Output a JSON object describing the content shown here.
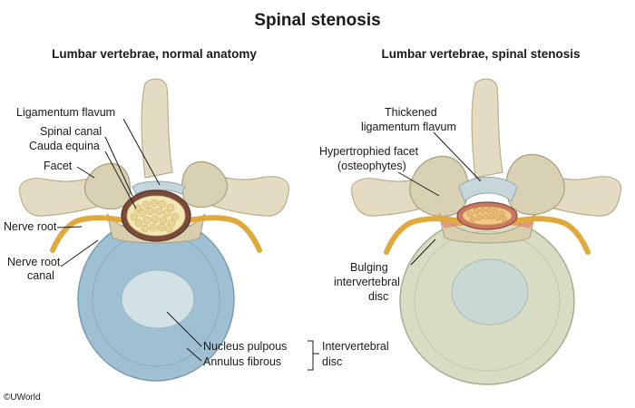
{
  "title": "Spinal stenosis",
  "panels": {
    "normal": {
      "heading": "Lumbar vertebrae, normal anatomy",
      "labels": {
        "ligamentum_flavum": "Ligamentum flavum",
        "spinal_canal": "Spinal canal",
        "cauda_equina": "Cauda equina",
        "facet": "Facet",
        "nerve_root": "Nerve root",
        "nerve_root_canal_1": "Nerve root",
        "nerve_root_canal_2": "canal",
        "nucleus_pulpous": "Nucleus pulpous",
        "annulus_fibrous": "Annulus fibrous",
        "intervertebral_1": "Intervertebral",
        "intervertebral_2": "disc"
      }
    },
    "stenosis": {
      "heading": "Lumbar vertebrae, spinal stenosis",
      "labels": {
        "thickened_1": "Thickened",
        "thickened_2": "ligamentum flavum",
        "hypertrophied_1": "Hypertrophied facet",
        "hypertrophied_2": "(osteophytes)",
        "bulging_1": "Bulging",
        "bulging_2": "intervertebral",
        "bulging_3": "disc"
      }
    }
  },
  "credit": "©UWorld",
  "colors": {
    "bone": "#e3dcc2",
    "bone_shadow": "#b9ae8c",
    "disc_normal": "#9fbfd3",
    "disc_bulging": "#d8dcc2",
    "nerve": "#e0a93c",
    "canal": "#7a4a3a",
    "nerve_fiber": "#f2e6b4"
  }
}
